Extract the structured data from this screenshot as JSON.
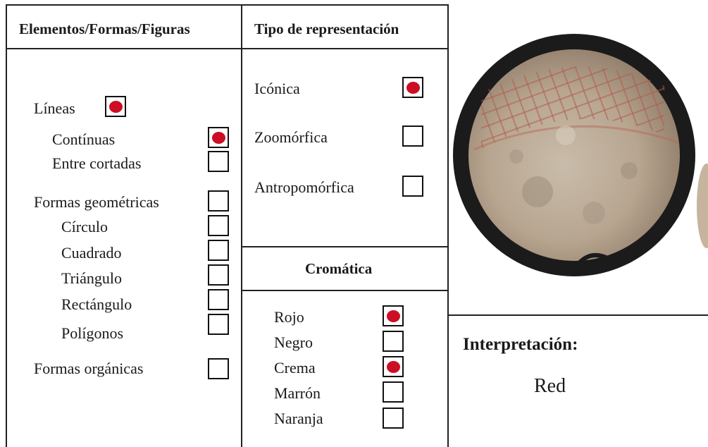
{
  "column1": {
    "header": "Elementos/Formas/Figuras",
    "items": [
      {
        "label": "Líneas",
        "checked": true
      },
      {
        "label": "Contínuas",
        "checked": true
      },
      {
        "label": "Entre cortadas",
        "checked": false
      },
      {
        "label": "Formas geométricas",
        "checked": false
      },
      {
        "label": "Círculo",
        "checked": false
      },
      {
        "label": "Cuadrado",
        "checked": false
      },
      {
        "label": "Triángulo",
        "checked": false
      },
      {
        "label": "Rectángulo",
        "checked": false
      },
      {
        "label": "Polígonos",
        "checked": false
      },
      {
        "label": "Formas orgánicas",
        "checked": false
      }
    ]
  },
  "column2": {
    "header": "Tipo de representación",
    "items": [
      {
        "label": "Icónica",
        "checked": true
      },
      {
        "label": "Zoomórfica",
        "checked": false
      },
      {
        "label": "Antropomórfica",
        "checked": false
      }
    ]
  },
  "chromatic": {
    "header": "Cromática",
    "items": [
      {
        "label": "Rojo",
        "checked": true
      },
      {
        "label": "Negro",
        "checked": false
      },
      {
        "label": "Crema",
        "checked": true
      },
      {
        "label": "Marrón",
        "checked": false
      },
      {
        "label": "Naranja",
        "checked": false
      }
    ]
  },
  "interpretation": {
    "title": "Interpretación:",
    "value": "Red"
  },
  "colors": {
    "mark": "#cc0e24",
    "border": "#222222"
  }
}
